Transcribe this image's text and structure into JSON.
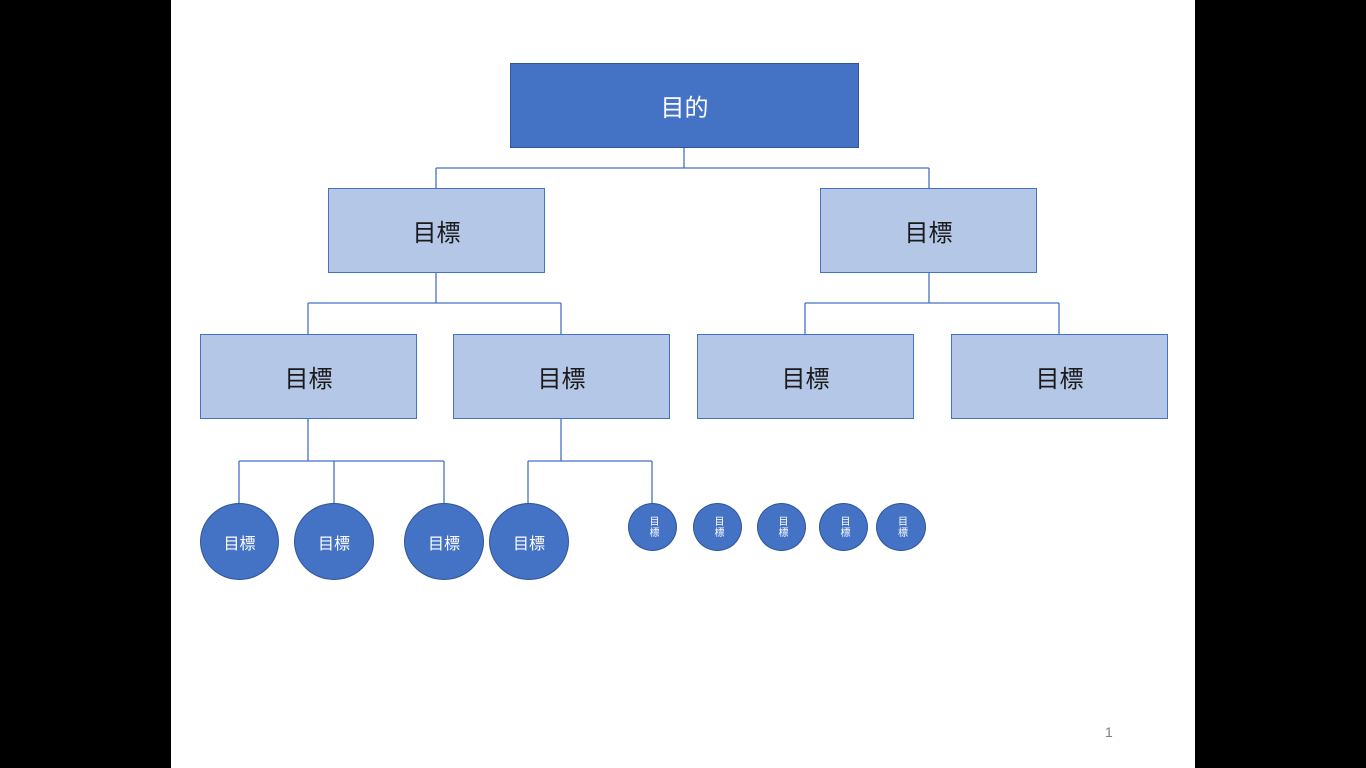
{
  "colors": {
    "root_fill": "#4472c4",
    "box_fill": "#b4c7e7",
    "circle_fill": "#4472c4",
    "connector": "#4472c4",
    "background": "#000000",
    "slide": "#ffffff"
  },
  "root": {
    "label": "目的"
  },
  "level1": [
    {
      "label": "目標"
    },
    {
      "label": "目標"
    }
  ],
  "level2": [
    {
      "label": "目標"
    },
    {
      "label": "目標"
    },
    {
      "label": "目標"
    },
    {
      "label": "目標"
    }
  ],
  "level3": [
    {
      "label": "目標"
    },
    {
      "label": "目標"
    },
    {
      "label": "目標"
    },
    {
      "label": "目標"
    }
  ],
  "small_nodes": [
    {
      "label": "目標"
    },
    {
      "label": "目標"
    },
    {
      "label": "目標"
    },
    {
      "label": "目標"
    },
    {
      "label": "目標"
    }
  ],
  "page_number": "1"
}
